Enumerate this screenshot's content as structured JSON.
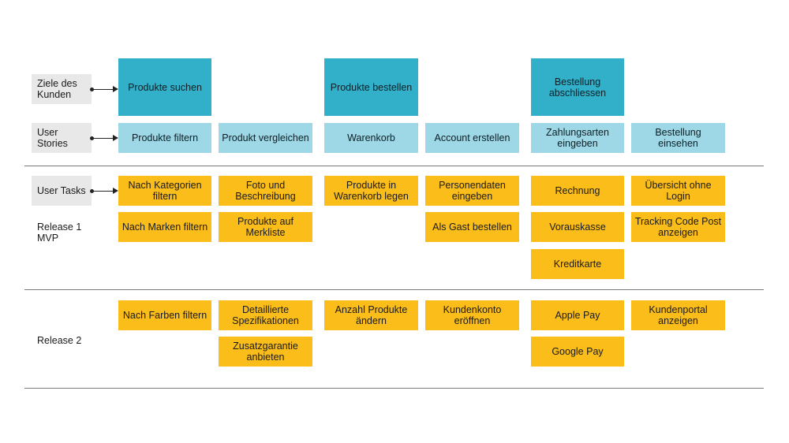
{
  "labels": {
    "goals": "Ziele des Kunden",
    "stories": "User Stories",
    "tasks": "User Tasks",
    "release1": "Release 1 MVP",
    "release2": "Release 2"
  },
  "goals": [
    "Produkte suchen",
    "Produkte bestellen",
    "Bestellung abschliessen"
  ],
  "stories": [
    "Produkte filtern",
    "Produkt vergleichen",
    "Warenkorb",
    "Account erstellen",
    "Zahlungsarten eingeben",
    "Bestellung einsehen"
  ],
  "release1": [
    [
      "Nach Kategorien filtern",
      "Nach Marken filtern"
    ],
    [
      "Foto und Beschreibung",
      "Produkte auf Merkliste"
    ],
    [
      "Produkte in Warenkorb legen"
    ],
    [
      "Personendaten eingeben",
      "Als Gast bestellen"
    ],
    [
      "Rechnung",
      "Vorauskasse",
      "Kreditkarte"
    ],
    [
      "Übersicht ohne Login",
      "Tracking Code Post anzeigen"
    ]
  ],
  "release2": [
    [
      "Nach Farben filtern"
    ],
    [
      "Detaillierte Spezifikationen",
      "Zusatzgarantie anbieten"
    ],
    [
      "Anzahl Produkte ändern"
    ],
    [
      "Kundenkonto eröffnen"
    ],
    [
      "Apple Pay",
      "Google Pay"
    ],
    [
      "Kundenportal anzeigen"
    ]
  ],
  "colors": {
    "goal": "#33b0c9",
    "story": "#9ed8e6",
    "task": "#fbbd1a",
    "label_bg": "#e8e8e8",
    "rule": "#7a7a7a"
  }
}
